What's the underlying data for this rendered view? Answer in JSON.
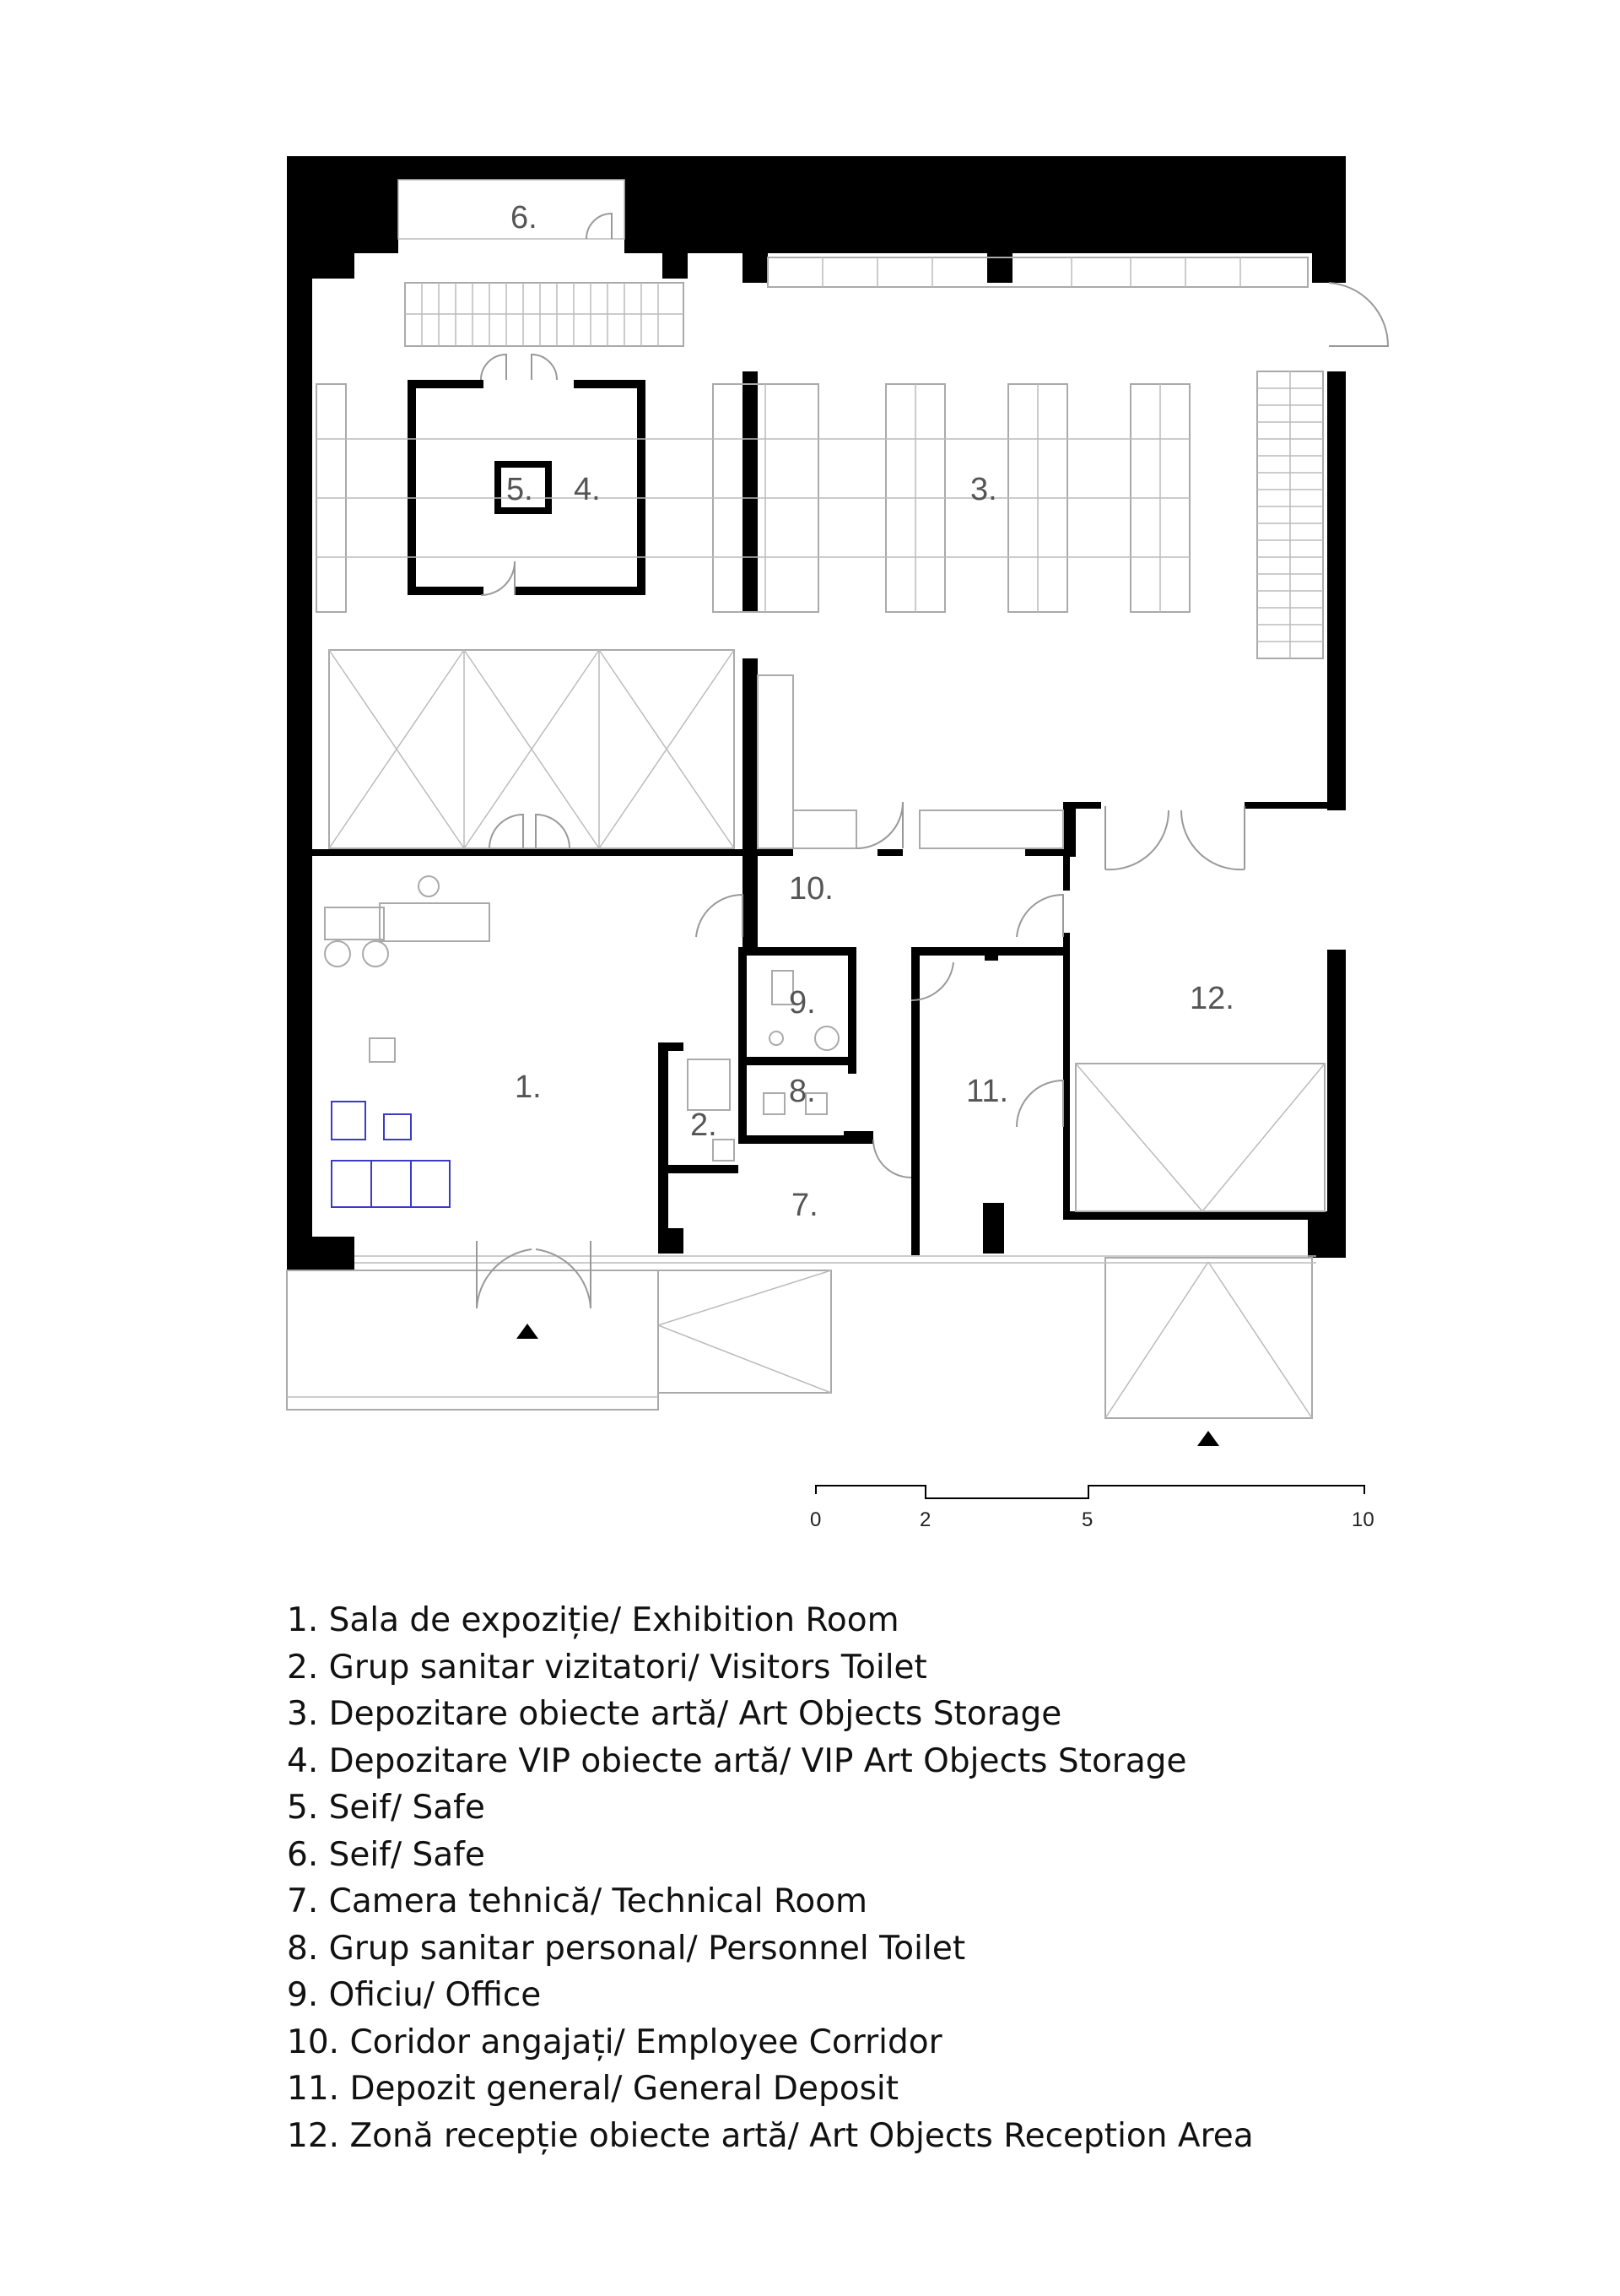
{
  "rooms": [
    {
      "num": "1.",
      "name": "Sala de expoziție/ Exhibition Room"
    },
    {
      "num": "2.",
      "name": "Grup sanitar vizitatori/ Visitors Toilet"
    },
    {
      "num": "3.",
      "name": "Depozitare obiecte artă/ Art Objects Storage"
    },
    {
      "num": "4.",
      "name": "Depozitare VIP obiecte artă/ VIP Art Objects Storage"
    },
    {
      "num": "5.",
      "name": "Seif/ Safe"
    },
    {
      "num": "6.",
      "name": "Seif/ Safe"
    },
    {
      "num": "7.",
      "name": "Camera tehnică/ Technical Room"
    },
    {
      "num": "8.",
      "name": "Grup sanitar personal/ Personnel Toilet"
    },
    {
      "num": "9.",
      "name": "Oficiu/ Office"
    },
    {
      "num": "10.",
      "name": "Coridor angajați/ Employee Corridor"
    },
    {
      "num": "11.",
      "name": "Depozit general/ General Deposit"
    },
    {
      "num": "12.",
      "name": "Zonă recepție obiecte artă/ Art Objects Reception Area"
    }
  ],
  "scale": {
    "ticks": [
      "0",
      "2",
      "5",
      "10"
    ]
  },
  "colors": {
    "walls": "#000000",
    "lines": "#aaaaaa",
    "furniture": "#3b3bc4"
  }
}
